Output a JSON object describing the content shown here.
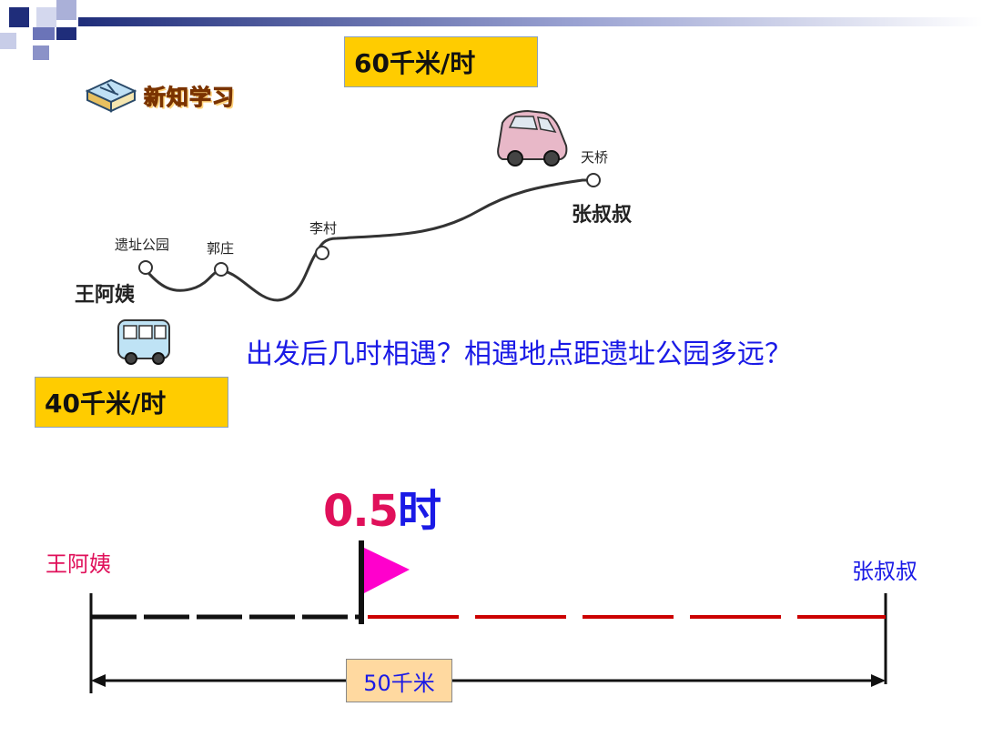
{
  "header": {
    "speed_top": "60千米/时",
    "speed_bottom": "40千米/时",
    "section_title": "新知学习"
  },
  "route": {
    "places": [
      "遗址公园",
      "郭庄",
      "李村",
      "天桥"
    ],
    "person_left": "王阿姨",
    "person_right": "张叔叔"
  },
  "question": "出发后几时相遇？相遇地点距遗址公园多远？",
  "number_line": {
    "time_value": "0.5",
    "time_unit": "时",
    "left_label": "王阿姨",
    "right_label": "张叔叔",
    "distance": "50千米"
  },
  "colors": {
    "accent_blue": "#1a1ae6",
    "accent_pink": "#e0105a",
    "flag": "#ff00cc",
    "highlight_box": "#ffcc00",
    "distance_box": "#ffd9a0",
    "segment_red": "#cc0000"
  },
  "icons": [
    "book-icon",
    "car-icon",
    "van-icon",
    "flag-icon"
  ]
}
